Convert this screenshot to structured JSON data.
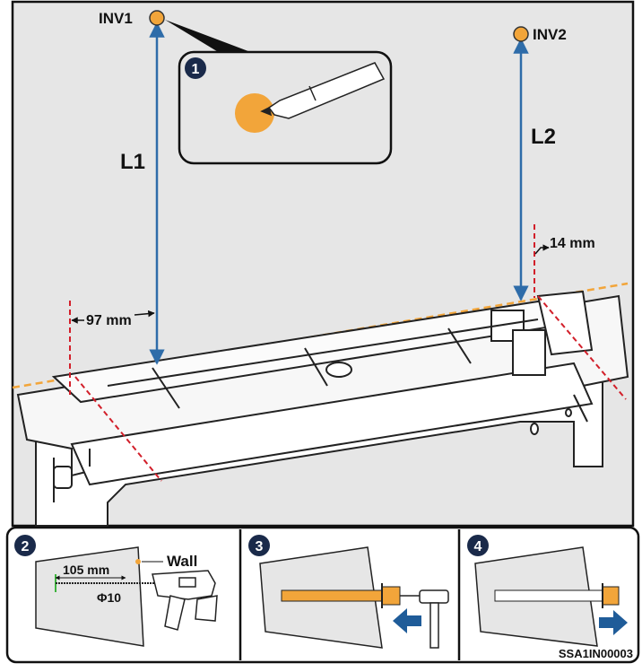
{
  "labels": {
    "inv1": "INV1",
    "inv2": "INV2",
    "l1": "L1",
    "l2": "L2",
    "dist_left": "97 mm",
    "dist_right": "14 mm",
    "wall": "Wall",
    "drill_depth": "105 mm",
    "drill_dia": "Φ10",
    "code": "SSA1IN00003"
  },
  "steps": [
    "1",
    "2",
    "3",
    "4"
  ],
  "colors": {
    "wall": "#e6e6e6",
    "marker": "#f2a53a",
    "arrow": "#2e6ca9",
    "guide": "#d21f2a",
    "guide_dash": "#f2a53a",
    "step_bg": "#1a2a4a",
    "push_arrow": "#1f5c99"
  }
}
